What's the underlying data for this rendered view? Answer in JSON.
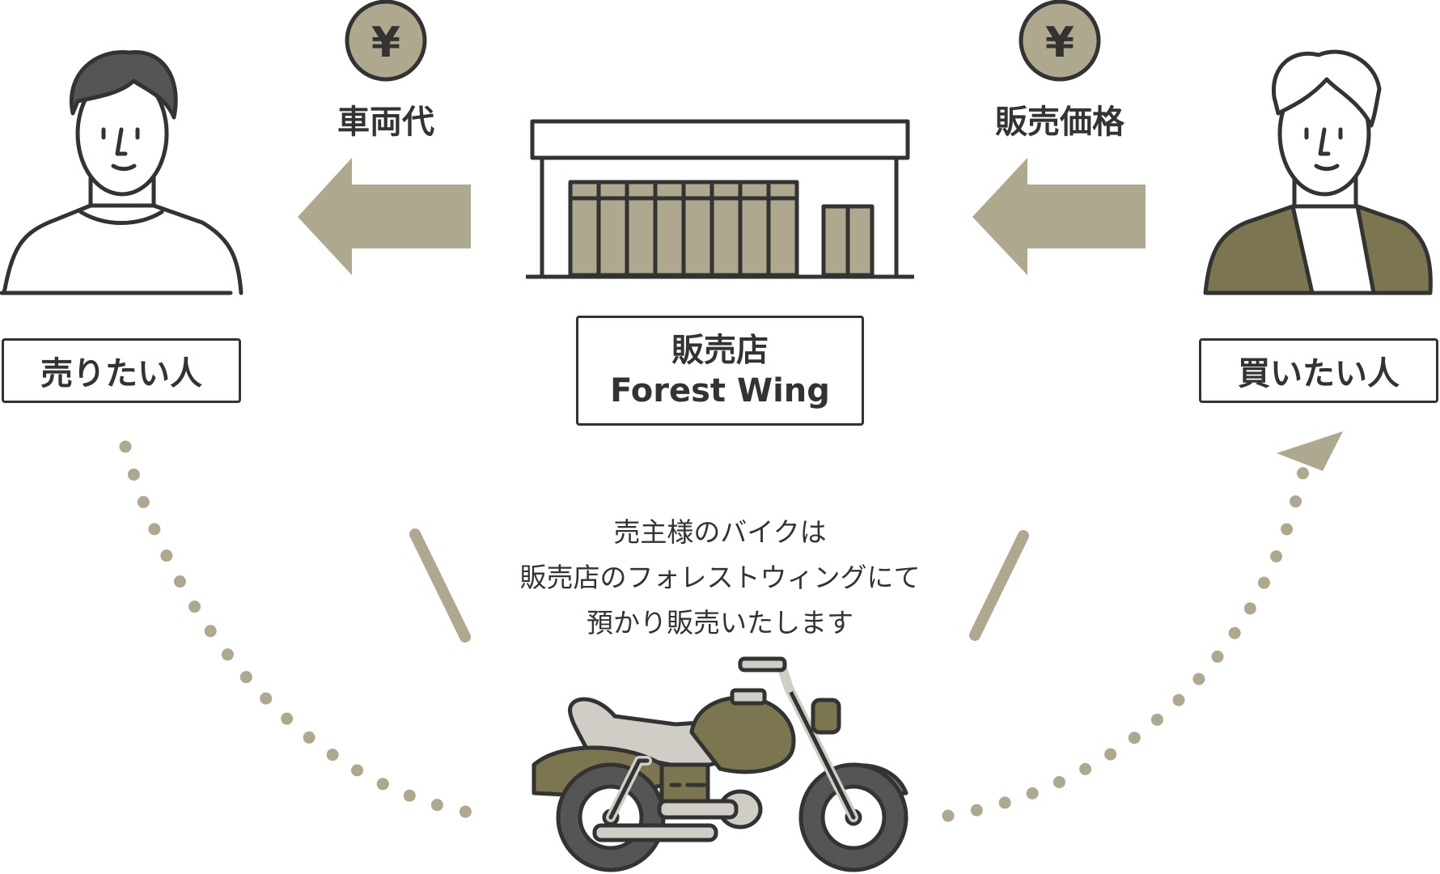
{
  "seller_label": "売りたい人",
  "buyer_label": "買いたい人",
  "shop": {
    "line1": "販売店",
    "line2": "Forest Wing"
  },
  "flows": {
    "left_price": "車両代",
    "right_price": "販売価格"
  },
  "coin_symbol": "¥",
  "description": [
    "売主様のバイクは",
    "販売店のフォレストウィングにて",
    "預かり販売いたします"
  ],
  "colors": {
    "accent": "#aea88e",
    "olive": "#7b7550",
    "coin": "#aea88e",
    "outline": "#333333",
    "chrome": "#cfcdc6",
    "dark": "#555555"
  }
}
